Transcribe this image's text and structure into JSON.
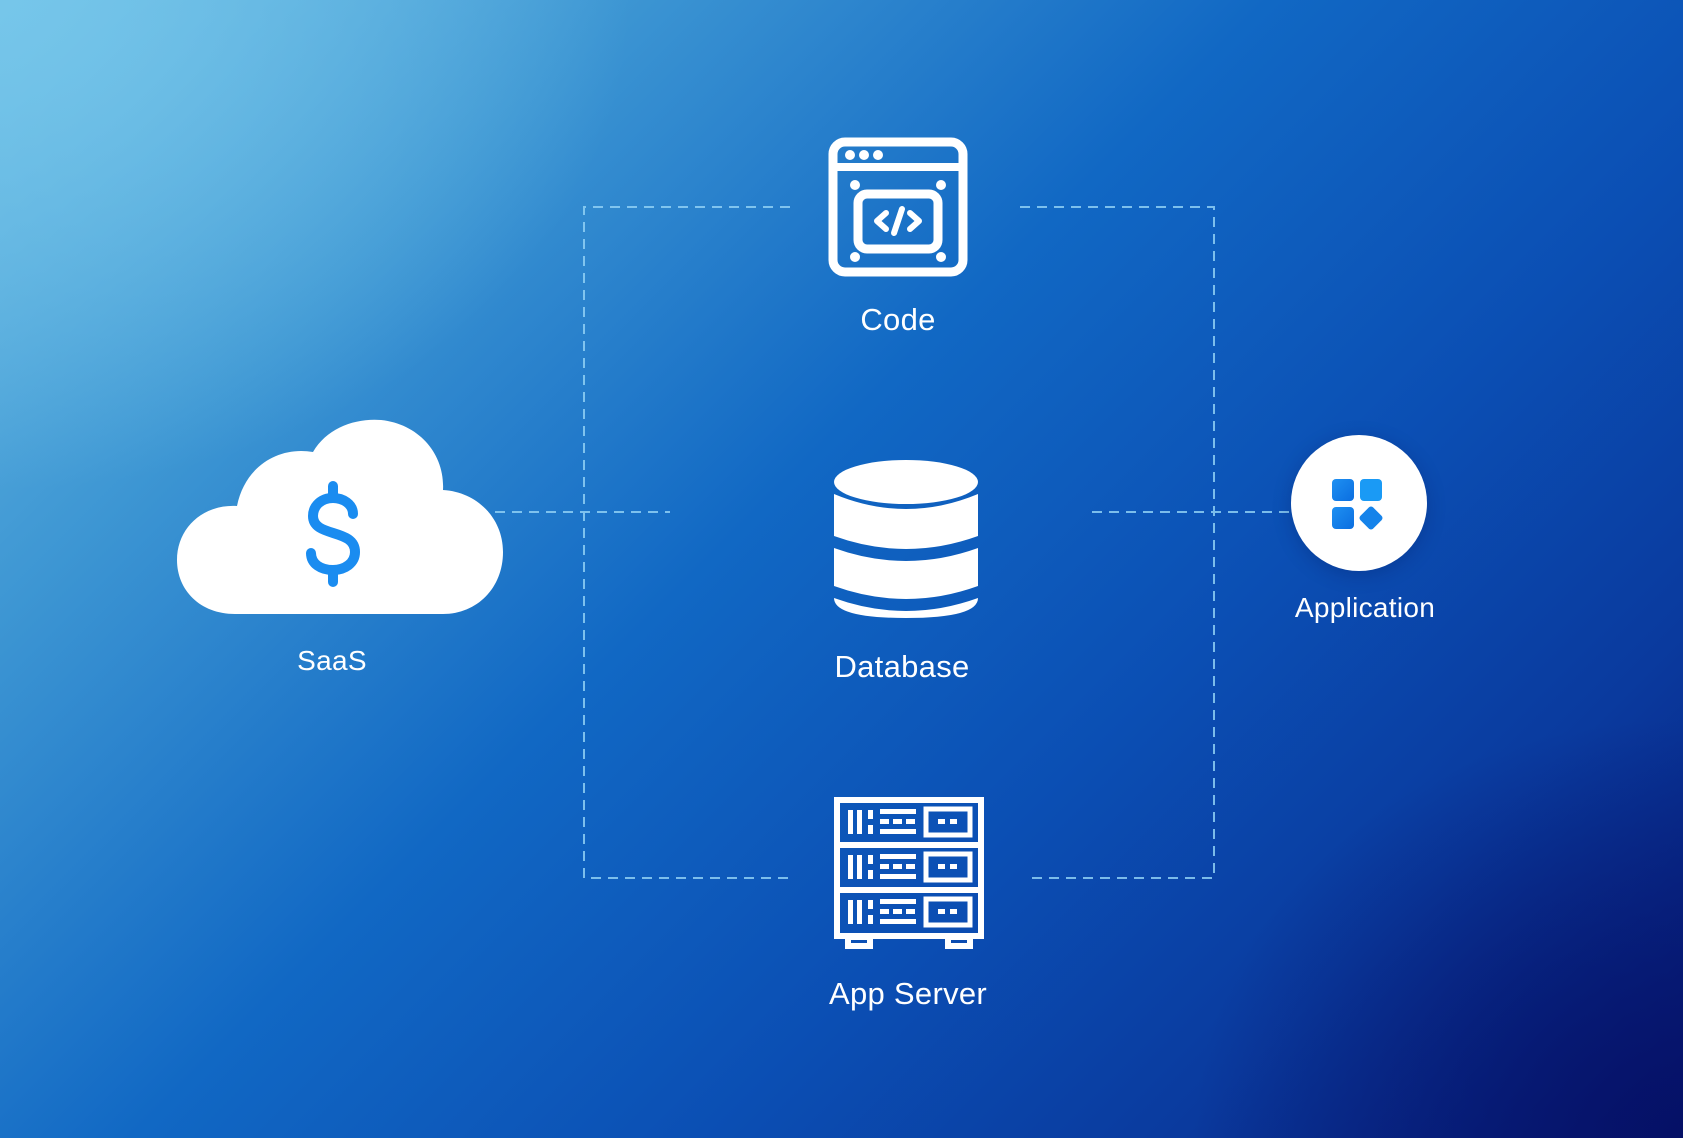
{
  "diagram": {
    "title": "",
    "colors": {
      "background_start": "#6bbce4",
      "background_mid": "#1168c4",
      "background_end": "#061a78",
      "connector": "#8fd0f5",
      "icon_fill": "#ffffff",
      "accent_blue": "#1a8cf0"
    },
    "nodes": [
      {
        "id": "saas",
        "label": "SaaS",
        "icon": "cloud-dollar-icon"
      },
      {
        "id": "code",
        "label": "Code",
        "icon": "browser-code-icon"
      },
      {
        "id": "database",
        "label": "Database",
        "icon": "database-icon"
      },
      {
        "id": "app_server",
        "label": "App Server",
        "icon": "server-rack-icon"
      },
      {
        "id": "application",
        "label": "Application",
        "icon": "app-grid-icon"
      }
    ],
    "edges": [
      {
        "from": "saas",
        "to": "database",
        "style": "dashed"
      },
      {
        "from": "database",
        "to": "application",
        "style": "dashed"
      },
      {
        "from": "code",
        "to": "app_server",
        "style": "dashed",
        "via": "left-bracket"
      },
      {
        "from": "code",
        "to": "app_server",
        "style": "dashed",
        "via": "right-bracket"
      }
    ]
  }
}
